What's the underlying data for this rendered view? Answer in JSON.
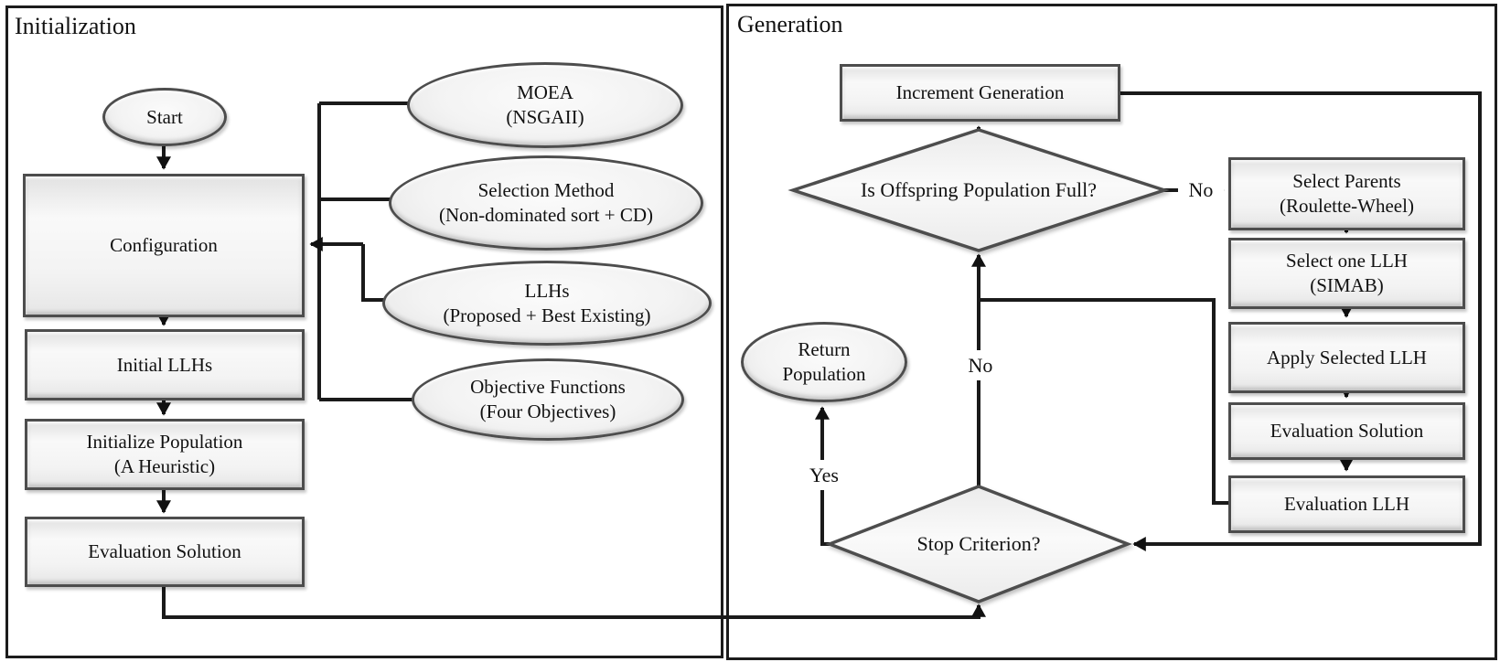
{
  "panels": {
    "left": {
      "title": "Initialization"
    },
    "right": {
      "title": "Generation"
    }
  },
  "nodes": {
    "start": {
      "label": "Start",
      "shape": "ellipse"
    },
    "configuration": {
      "label": "Configuration",
      "shape": "rect"
    },
    "initial_llhs": {
      "label": "Initial LLHs",
      "shape": "rect"
    },
    "initialize_population": {
      "label": "Initialize Population\n(A Heuristic)",
      "shape": "rect"
    },
    "evaluation_solution_init": {
      "label": "Evaluation Solution",
      "shape": "rect"
    },
    "moea": {
      "label": "MOEA\n(NSGAII)",
      "shape": "ellipse"
    },
    "selection_method": {
      "label": "Selection Method\n(Non-dominated sort + CD)",
      "shape": "ellipse"
    },
    "llhs": {
      "label": "LLHs\n(Proposed + Best Existing)",
      "shape": "ellipse"
    },
    "objective_functions": {
      "label": "Objective Functions\n(Four Objectives)",
      "shape": "ellipse"
    },
    "increment_generation": {
      "label": "Increment Generation",
      "shape": "rect"
    },
    "offspring_full": {
      "label": "Is Offspring Population Full?",
      "shape": "diamond"
    },
    "select_parents": {
      "label": "Select Parents\n(Roulette-Wheel)",
      "shape": "rect"
    },
    "select_one_llh": {
      "label": "Select one LLH\n(SIMAB)",
      "shape": "rect"
    },
    "apply_selected_llh": {
      "label": "Apply Selected LLH",
      "shape": "rect"
    },
    "evaluation_solution_gen": {
      "label": "Evaluation Solution",
      "shape": "rect"
    },
    "evaluation_llh": {
      "label": "Evaluation LLH",
      "shape": "rect"
    },
    "return_population": {
      "label": "Return\nPopulation",
      "shape": "ellipse"
    },
    "stop_criterion": {
      "label": "Stop Criterion?",
      "shape": "diamond"
    }
  },
  "edge_labels": {
    "offspring_no": "No",
    "stop_no": "No",
    "stop_yes": "Yes"
  },
  "colors": {
    "background": "#ffffff",
    "line": "#1a1a1a",
    "panel_border": "#1c1c1c",
    "node_border": "#4d4d4d",
    "node_fill": "#f3f3f3",
    "text": "#111111"
  }
}
